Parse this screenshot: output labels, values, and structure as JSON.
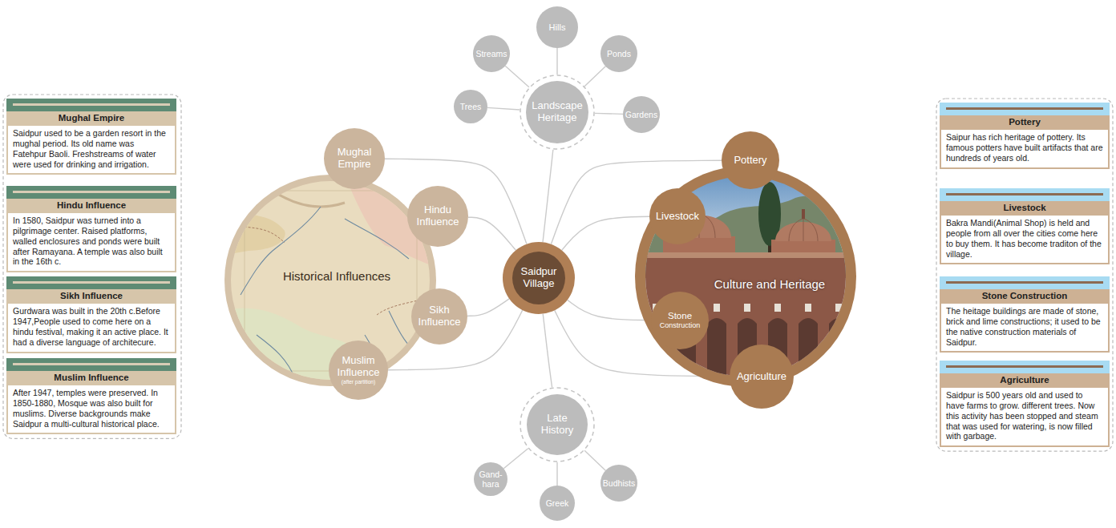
{
  "diagram": {
    "nodes": [
      {
        "text": [
          "Mughal Empire",
          "Saidpur used to be a garden resort in the mughal period. Its old name was Fatehpur Baoli. Freshstreams of water were used for drinking and irrigation."
        ]
      },
      {
        "text": [
          "Hindu Influence",
          "In 1580, Saidpur was turned into a pilgrimage center. Raised platforms, walled enclosures and ponds were built after Ramayana. A temple was also built in the 16th c."
        ]
      },
      {
        "text": [
          "Sikh Influence",
          "Gurdwara was built in the 20th c.Before 1947,People used to come here on a hindu festival, making it an active place. It had a diverse language of architecure."
        ]
      },
      {
        "text": [
          "Muslim Influence",
          "After 1947, temples were preserved. In 1850-1880, Mosque was also built for muslims. Diverse backgrounds make Saidpur a multi-cultural historical place."
        ]
      },
      {
        "text": [
          "Hills"
        ]
      },
      {
        "text": [
          "Streams"
        ]
      },
      {
        "text": [
          "Ponds"
        ]
      },
      {
        "text": [
          "Trees"
        ]
      },
      {
        "text": [
          "Landscape Heritage"
        ]
      },
      {
        "text": [
          "Gardens"
        ]
      },
      {
        "text": [
          "Historical Influences"
        ]
      },
      {
        "text": [
          "Mughal Empire"
        ]
      },
      {
        "text": [
          "Hindu Influence"
        ]
      },
      {
        "text": [
          "Saidpur Village"
        ]
      },
      {
        "text": [
          "Culture and Heritage"
        ]
      },
      {
        "text": [
          "Pottery"
        ]
      },
      {
        "text": [
          "Livestock"
        ]
      },
      {
        "text": [
          "Sikh Influence"
        ]
      },
      {
        "text": [
          "Stone",
          "Construction"
        ]
      },
      {
        "text": [
          "Muslim Influence",
          "(after partition)"
        ]
      },
      {
        "text": [
          "Agriculture"
        ]
      },
      {
        "text": [
          "Late History"
        ]
      },
      {
        "text": [
          "Gand-hara"
        ]
      },
      {
        "text": [
          "Budhists"
        ]
      },
      {
        "text": [
          "Greek"
        ]
      },
      {
        "text": [
          "Pottery",
          "Saipur has rich heritage of pottery. Its famous potters have built artifacts that are hundreds of years old."
        ]
      },
      {
        "text": [
          "Livestock",
          "Bakra Mandi(Animal Shop) is held and people from all over the cities come here to buy them. It has become traditon of the village."
        ]
      },
      {
        "text": [
          "Stone Construction",
          "The heitage buildings are made of stone, brick and lime constructions; it used to be the native construction materials of Saidpur."
        ]
      },
      {
        "text": [
          "Agriculture",
          "Saidpur is 500 years old and used to have farms to grow. different trees. Now this activity has been stopped and steam that was used for watering, is now filled with garbage."
        ]
      }
    ],
    "edges": [
      {
        "from": 13,
        "to": 11,
        "arrow": "none"
      },
      {
        "from": 13,
        "to": 12,
        "arrow": "none"
      },
      {
        "from": 13,
        "to": 17,
        "arrow": "none"
      },
      {
        "from": 13,
        "to": 19,
        "arrow": "none"
      },
      {
        "from": 13,
        "to": 15,
        "arrow": "none"
      },
      {
        "from": 13,
        "to": 16,
        "arrow": "none"
      },
      {
        "from": 13,
        "to": 18,
        "arrow": "none"
      },
      {
        "from": 13,
        "to": 20,
        "arrow": "none"
      },
      {
        "from": 13,
        "to": 8,
        "arrow": "none"
      },
      {
        "from": 13,
        "to": 21,
        "arrow": "none"
      },
      {
        "from": 8,
        "to": 4,
        "arrow": "none"
      },
      {
        "from": 8,
        "to": 5,
        "arrow": "none"
      },
      {
        "from": 8,
        "to": 6,
        "arrow": "none"
      },
      {
        "from": 8,
        "to": 7,
        "arrow": "none"
      },
      {
        "from": 8,
        "to": 9,
        "arrow": "none"
      },
      {
        "from": 21,
        "to": 22,
        "arrow": "none"
      },
      {
        "from": 21,
        "to": 23,
        "arrow": "none"
      },
      {
        "from": 21,
        "to": 24,
        "arrow": "none"
      }
    ]
  }
}
